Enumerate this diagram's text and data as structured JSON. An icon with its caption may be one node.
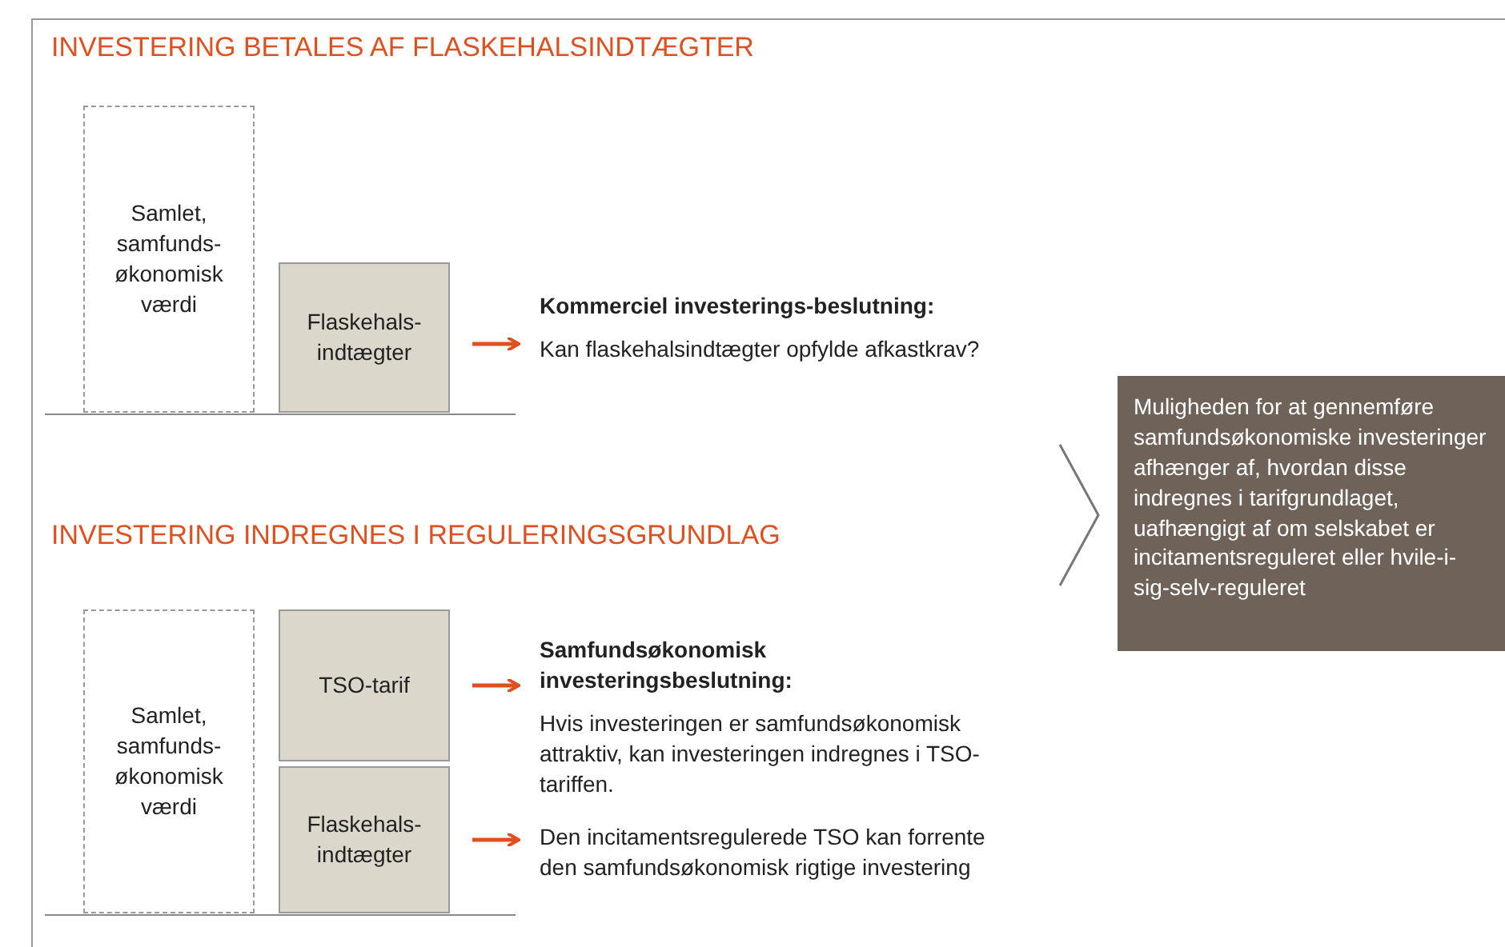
{
  "diagram": {
    "nodes": [
      {
        "text": [
          "Samlet, samfunds-økonomisk værdi"
        ]
      },
      {
        "text": [
          "Flaskehals-indtægter"
        ]
      },
      {
        "text": [
          "Kommerciel investerings-beslutning:",
          "Kan flaskehalsindtægter opfylde afkastkrav?"
        ]
      },
      {
        "text": [
          "Samlet, samfunds-økonomisk værdi"
        ]
      },
      {
        "text": [
          "TSO-tarif"
        ]
      },
      {
        "text": [
          "Flaskehals-indtægter"
        ]
      },
      {
        "text": [
          "Samfundsøkonomisk investeringsbeslutning:",
          "Hvis investeringen er samfundsøkonomisk attraktiv, kan investeringen indregnes i TSO-tariffen."
        ]
      },
      {
        "text": [
          "Den incitamentsregulerede TSO kan forrente den samfundsøkonomisk rigtige investering"
        ]
      },
      {
        "text": [
          "Muligheden for at gennemføre samfundsøkonomiske investeringer afhænger af, hvordan disse indregnes i tarifgrundlaget, uafhængigt af om selskabet er incitamentsreguleret eller hvile-i-sig-selv-reguleret"
        ]
      }
    ],
    "edges": [
      {
        "from": 1,
        "to": 2,
        "arrow": "to"
      },
      {
        "from": 4,
        "to": 6,
        "arrow": "to"
      },
      {
        "from": 5,
        "to": 7,
        "arrow": "to"
      }
    ],
    "labels": [
      "INVESTERING BETALES AF FLASKEHALSINDTÆGTER",
      "INVESTERING INDREGNES I REGULERINGSGRUNDLAG"
    ]
  }
}
